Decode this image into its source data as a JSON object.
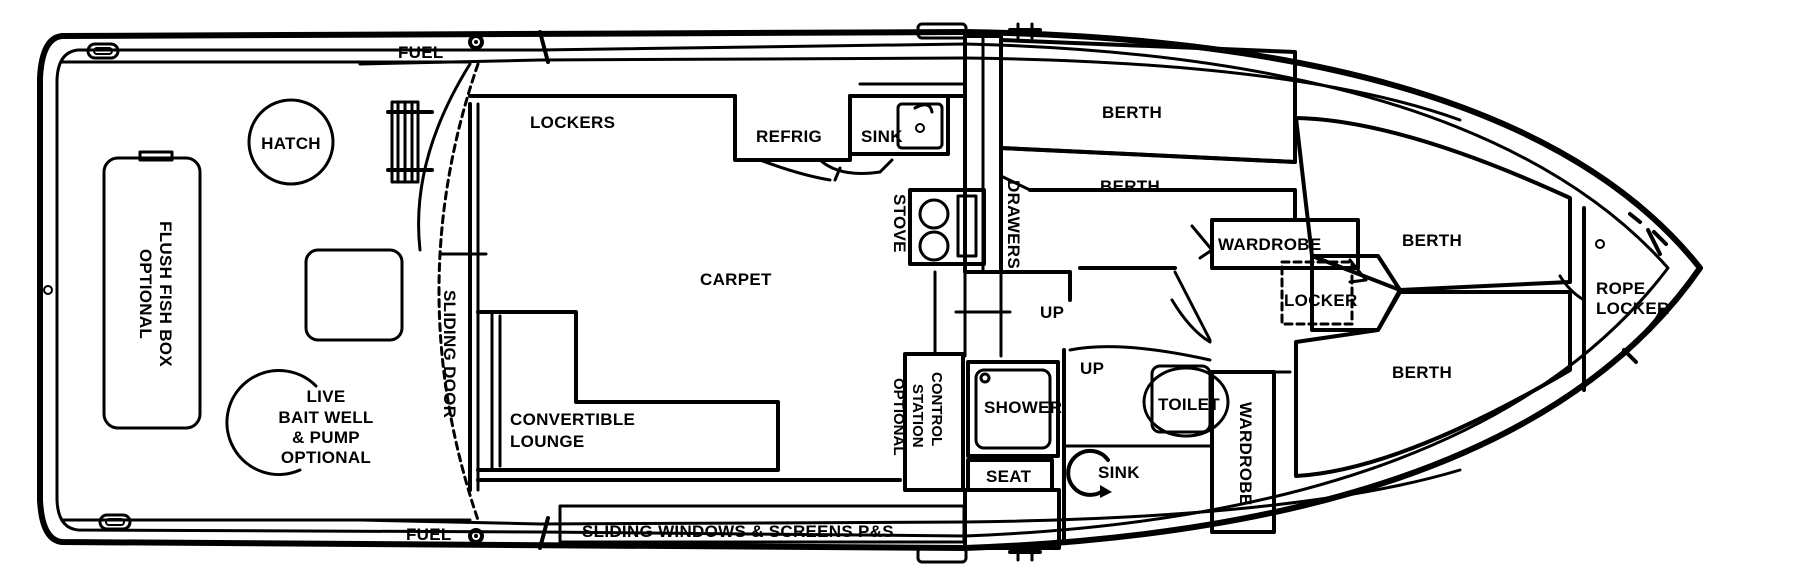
{
  "labels": {
    "fuel_top": "FUEL",
    "fuel_bottom": "FUEL",
    "hatch": "HATCH",
    "flush_fish_box": "FLUSH FISH BOX",
    "flush_fish_box_2": "OPTIONAL",
    "live": "LIVE",
    "bait_well": "BAIT WELL",
    "and_pump": "& PUMP",
    "optional_bait": "OPTIONAL",
    "sliding_door": "SLIDING DOOR",
    "lockers": "LOCKERS",
    "refrig": "REFRIG",
    "sink_galley": "SINK",
    "stove": "STOVE",
    "carpet": "CARPET",
    "convertible": "CONVERTIBLE",
    "lounge": "LOUNGE",
    "control": "CONTROL",
    "station": "STATION",
    "optional_control": "OPTIONAL",
    "drawers": "DRAWERS",
    "berth_1": "BERTH",
    "berth_2": "BERTH",
    "berth_3": "BERTH",
    "berth_4": "BERTH",
    "wardrobe_1": "WARDROBE",
    "wardrobe_2": "WARDROBE",
    "locker": "LOCKER",
    "up_1": "UP",
    "up_2": "UP",
    "shower": "SHOWER",
    "toilet": "TOILET",
    "seat": "SEAT",
    "sink_head": "SINK",
    "rope": "ROPE",
    "rope_locker": "LOCKER",
    "sliding_windows": "SLIDING WINDOWS & SCREENS P&S"
  }
}
